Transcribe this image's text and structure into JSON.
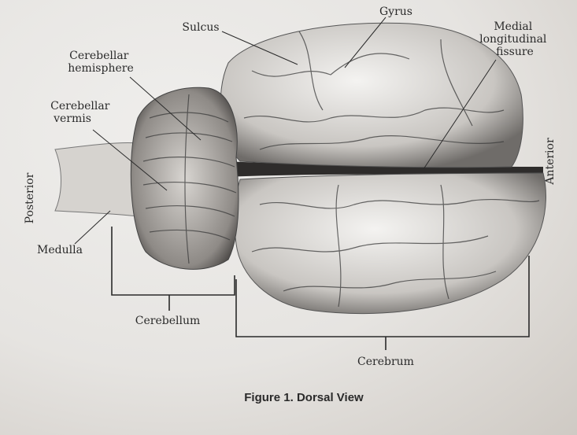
{
  "figure": {
    "caption": "Figure 1. Dorsal View",
    "labels": {
      "gyrus": "Gyrus",
      "sulcus": "Sulcus",
      "medial_fissure": [
        "Medial",
        "longitudinal",
        "fissure"
      ],
      "cerebellar_hemisphere": [
        "Cerebellar",
        "hemisphere"
      ],
      "cerebellar_vermis": [
        "Cerebellar",
        "vermis"
      ],
      "posterior": "Posterior",
      "anterior": "Anterior",
      "medulla": "Medulla",
      "cerebellum": "Cerebellum",
      "cerebrum": "Cerebrum"
    }
  }
}
